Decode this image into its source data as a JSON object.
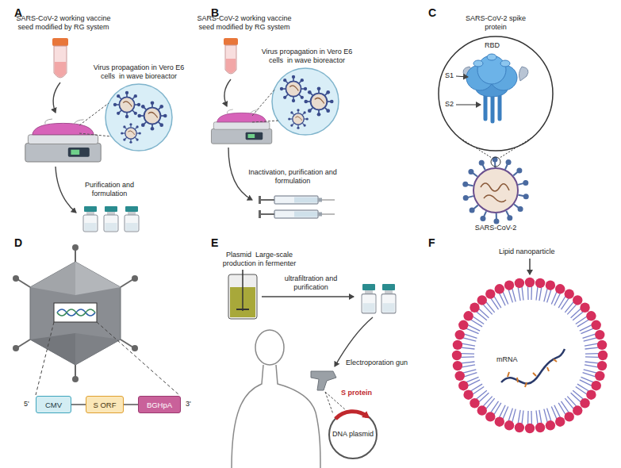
{
  "diagram": {
    "nodes": [
      {
        "text": [
          "CMV"
        ]
      },
      {
        "text": [
          "S ORF"
        ]
      },
      {
        "text": [
          "BGHpA"
        ]
      }
    ],
    "edges": [
      {
        "from": 0,
        "to": 1,
        "arrow": "none"
      },
      {
        "from": 1,
        "to": 2,
        "arrow": "none"
      }
    ],
    "labels": [
      "A",
      "SARS-CoV-2 working vaccine seed modified by RG system",
      "Virus propagation in Vero E6 cells  in wave bioreactor",
      "Purification and formulation",
      "B",
      "SARS-CoV-2 working vaccine seed modified by RG system",
      "Virus propagation in Vero E6 cells  in wave bioreactor",
      "Inactivation, purification and formulation",
      "C",
      "SARS-CoV-2 spike protein",
      "RBD",
      "S1",
      "S2",
      "SARS-CoV-2",
      "D",
      "5'",
      "3'",
      "E",
      "Plasmid  Large-scale production in fermenter",
      "ultrafiltration and purification",
      "Electroporation gun",
      "S protein",
      "DNA plasmid",
      "F",
      "Lipid nanoparticle",
      "mRNA"
    ]
  }
}
